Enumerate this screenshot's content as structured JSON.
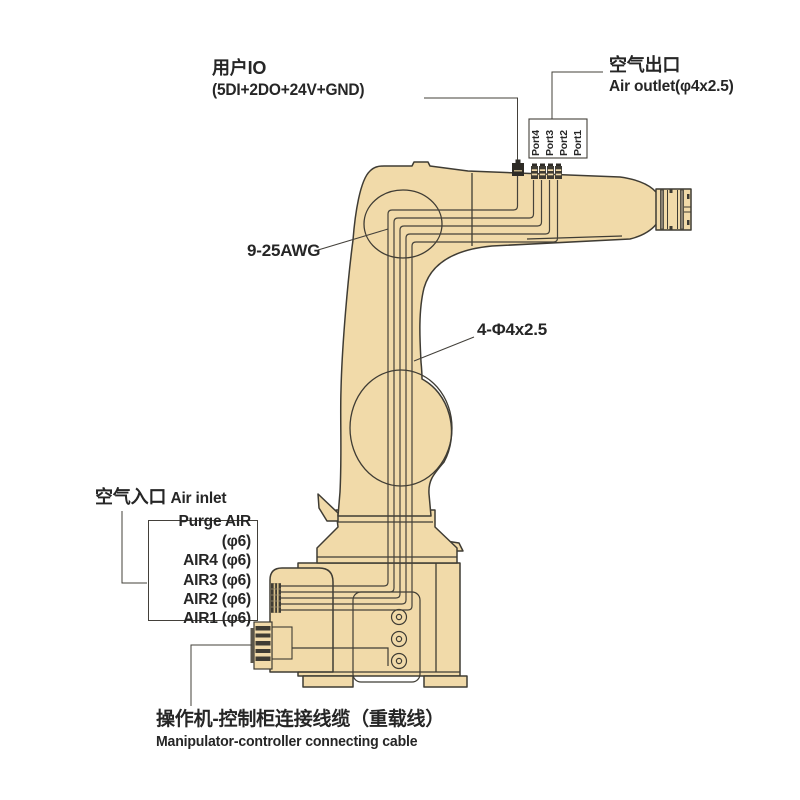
{
  "colors": {
    "body_fill": "#f1daa9",
    "outline": "#3f3c34",
    "text": "#262626",
    "background": "#ffffff"
  },
  "annotations": {
    "user_io": {
      "cn": "用户IO",
      "spec": "(5DI+2DO+24V+GND)"
    },
    "air_outlet": {
      "cn": "空气出口",
      "en": "Air outlet(φ4x2.5)"
    },
    "cable_gauge": "9-25AWG",
    "tube_spec": "4-Φ4x2.5",
    "air_inlet": {
      "cn": "空气入口",
      "en": "Air inlet"
    },
    "connecting_cable": {
      "cn": "操作机-控制柜连接线缆（重载线）",
      "en": "Manipulator-controller connecting cable"
    }
  },
  "air_inlet_ports": [
    "Purge AIR (φ6)",
    "AIR4 (φ6)",
    "AIR3 (φ6)",
    "AIR2 (φ6)",
    "AIR1 (φ6)"
  ],
  "air_outlet_ports": [
    "Port4",
    "Port3",
    "Port2",
    "Port1"
  ]
}
